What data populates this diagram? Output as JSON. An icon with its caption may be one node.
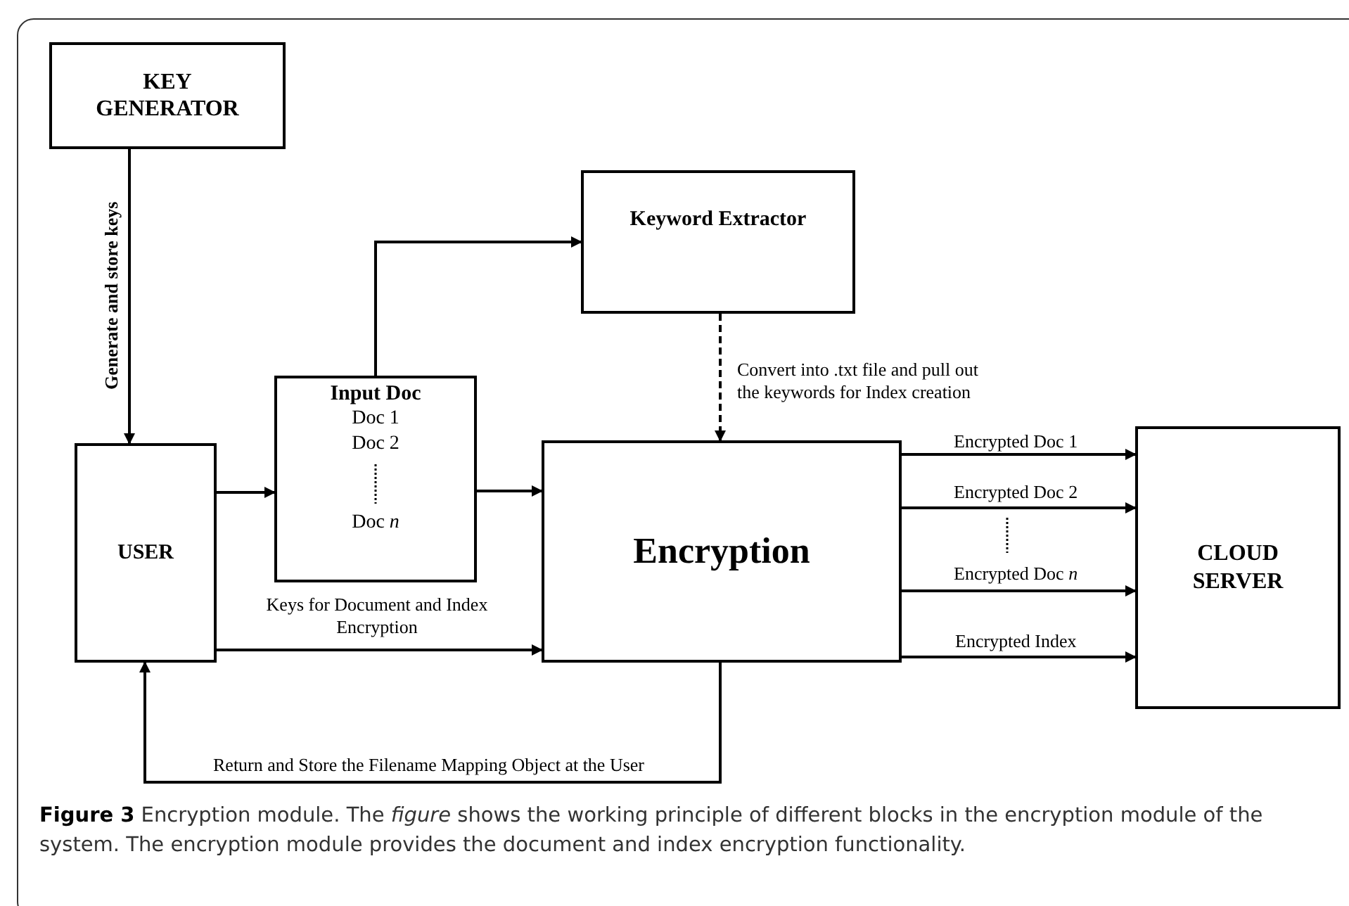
{
  "diagram": {
    "caption": "**Figure 3** Encryption module. The *figure* shows the working principle of different blocks in the encryption module of the system. The encryption module provides the document and index encryption functionality.",
    "nodes": [
      {
        "text": [
          "KEY GENERATOR"
        ]
      },
      {
        "text": [
          "USER"
        ]
      },
      {
        "text": [
          "Input Doc",
          "Doc 1",
          "Doc 2",
          "Doc *n*"
        ]
      },
      {
        "text": [
          "Keyword Extractor"
        ]
      },
      {
        "text": [
          "Encryption"
        ]
      },
      {
        "text": [
          "CLOUD SERVER"
        ]
      }
    ],
    "edges": [
      {
        "from": 0,
        "to": 1,
        "arrow": "to",
        "label": "Generate and store keys"
      },
      {
        "from": 2,
        "to": 3,
        "arrow": "to"
      },
      {
        "from": 1,
        "to": 2,
        "arrow": "to"
      },
      {
        "from": 2,
        "to": 4,
        "arrow": "to"
      },
      {
        "from": 3,
        "to": 4,
        "arrow": "to",
        "style": "dashed",
        "label": "Convert into .txt file and pull out the keywords for Index creation"
      },
      {
        "from": 4,
        "to": 5,
        "arrow": "to",
        "label": "Encrypted Doc 1"
      },
      {
        "from": 4,
        "to": 5,
        "arrow": "to",
        "label": "Encrypted Doc 2"
      },
      {
        "from": 4,
        "to": 5,
        "arrow": "to",
        "label": "Encrypted Doc *n*"
      },
      {
        "from": 4,
        "to": 5,
        "arrow": "to",
        "label": "Encrypted Index"
      },
      {
        "from": 1,
        "to": 4,
        "arrow": "to",
        "label": "Keys for Document and Index Encryption"
      },
      {
        "from": 4,
        "to": 1,
        "arrow": "to",
        "label": "Return and Store the Filename Mapping Object at the User"
      }
    ]
  }
}
